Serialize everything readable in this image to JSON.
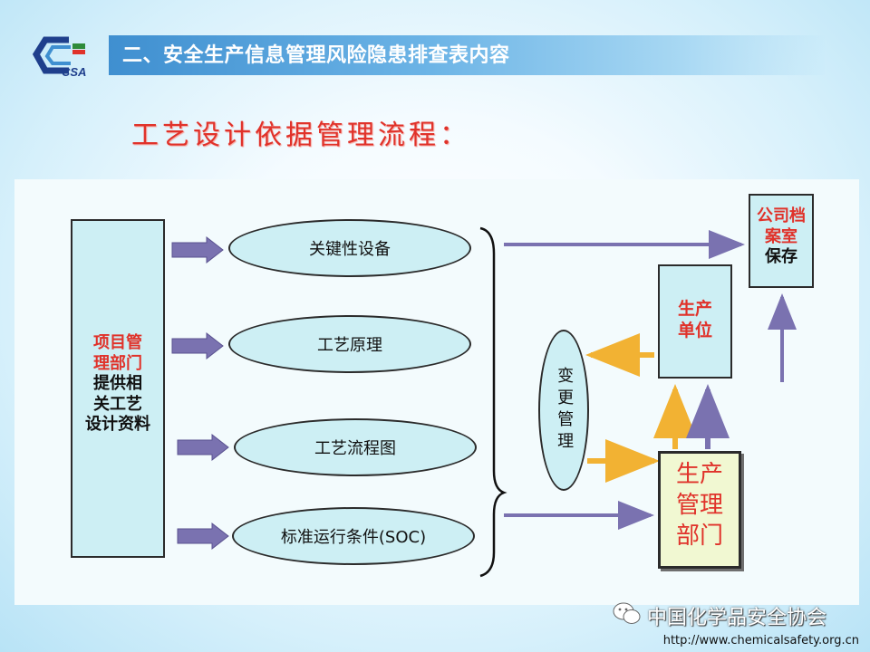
{
  "header": {
    "title": "二、安全生产信息管理风险隐患排查表内容",
    "logo_text": "CSA"
  },
  "subtitle": "工艺设计依据管理流程：",
  "diagram": {
    "left_box": {
      "line1": "项目管",
      "line2": "理部门",
      "line3": "提供相",
      "line4": "关工艺",
      "line5": "设计资料"
    },
    "items": [
      "关键性设备",
      "工艺原理",
      "工艺流程图",
      "标准运行条件(SOC)"
    ],
    "change_mgmt": "变更管理",
    "archive": {
      "line1": "公司档",
      "line2": "案室",
      "line3": "保存"
    },
    "production_unit": {
      "line1": "生产",
      "line2": "单位"
    },
    "production_dept": {
      "line1": "生产",
      "line2": "管理",
      "line3": "部门"
    }
  },
  "colors": {
    "accent_red": "#e0322a",
    "arrow_purple": "#7a72b0",
    "arrow_orange": "#f2b233",
    "box_fill": "#cdeff4"
  },
  "footer": {
    "watermark": "中国化学品安全协会",
    "url": "http://www.chemicalsafety.org.cn"
  }
}
